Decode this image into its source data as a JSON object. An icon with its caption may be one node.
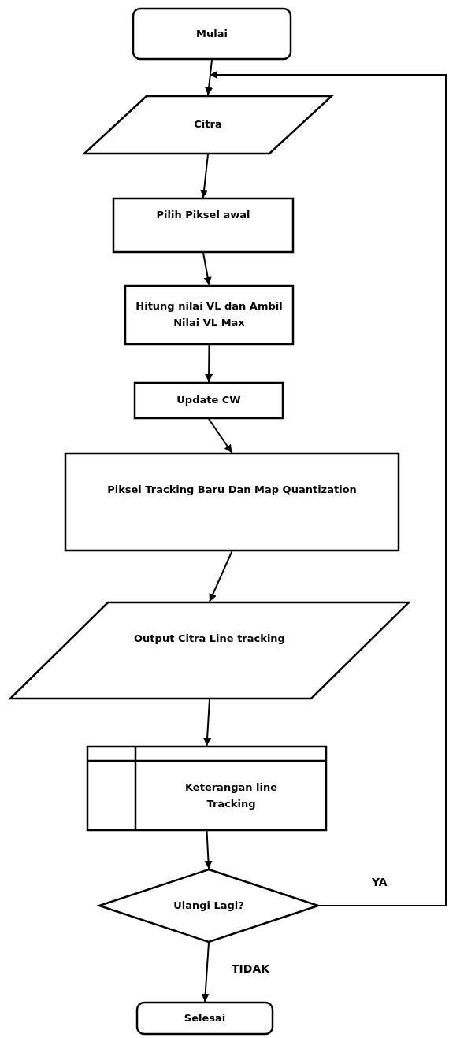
{
  "diagram": {
    "nodes": [
      {
        "text": [
          "Mulai"
        ]
      },
      {
        "text": [
          "Citra"
        ]
      },
      {
        "text": [
          "Pilih Piksel awal"
        ]
      },
      {
        "text": [
          "Hitung nilai VL dan Ambil Nilai VL Max"
        ]
      },
      {
        "text": [
          "Update CW"
        ]
      },
      {
        "text": [
          "Piksel Tracking Baru Dan Map Quantization"
        ]
      },
      {
        "text": [
          "Output Citra Line tracking"
        ]
      },
      {
        "text": [
          "Keterangan line Tracking"
        ]
      },
      {
        "text": [
          "Ulangi Lagi?"
        ]
      },
      {
        "text": [
          "Selesai"
        ]
      }
    ],
    "edges": [
      {
        "from": 0,
        "to": 1,
        "arrow": "to"
      },
      {
        "from": 1,
        "to": 2,
        "arrow": "to"
      },
      {
        "from": 2,
        "to": 3,
        "arrow": "to"
      },
      {
        "from": 3,
        "to": 4,
        "arrow": "to"
      },
      {
        "from": 4,
        "to": 5,
        "arrow": "to"
      },
      {
        "from": 5,
        "to": 6,
        "arrow": "to"
      },
      {
        "from": 6,
        "to": 7,
        "arrow": "to"
      },
      {
        "from": 7,
        "to": 8,
        "arrow": "to"
      },
      {
        "from": 8,
        "to": 9,
        "label": "TIDAK",
        "arrow": "to"
      },
      {
        "from": 8,
        "to": 1,
        "label": "YA",
        "arrow": "to"
      }
    ]
  }
}
